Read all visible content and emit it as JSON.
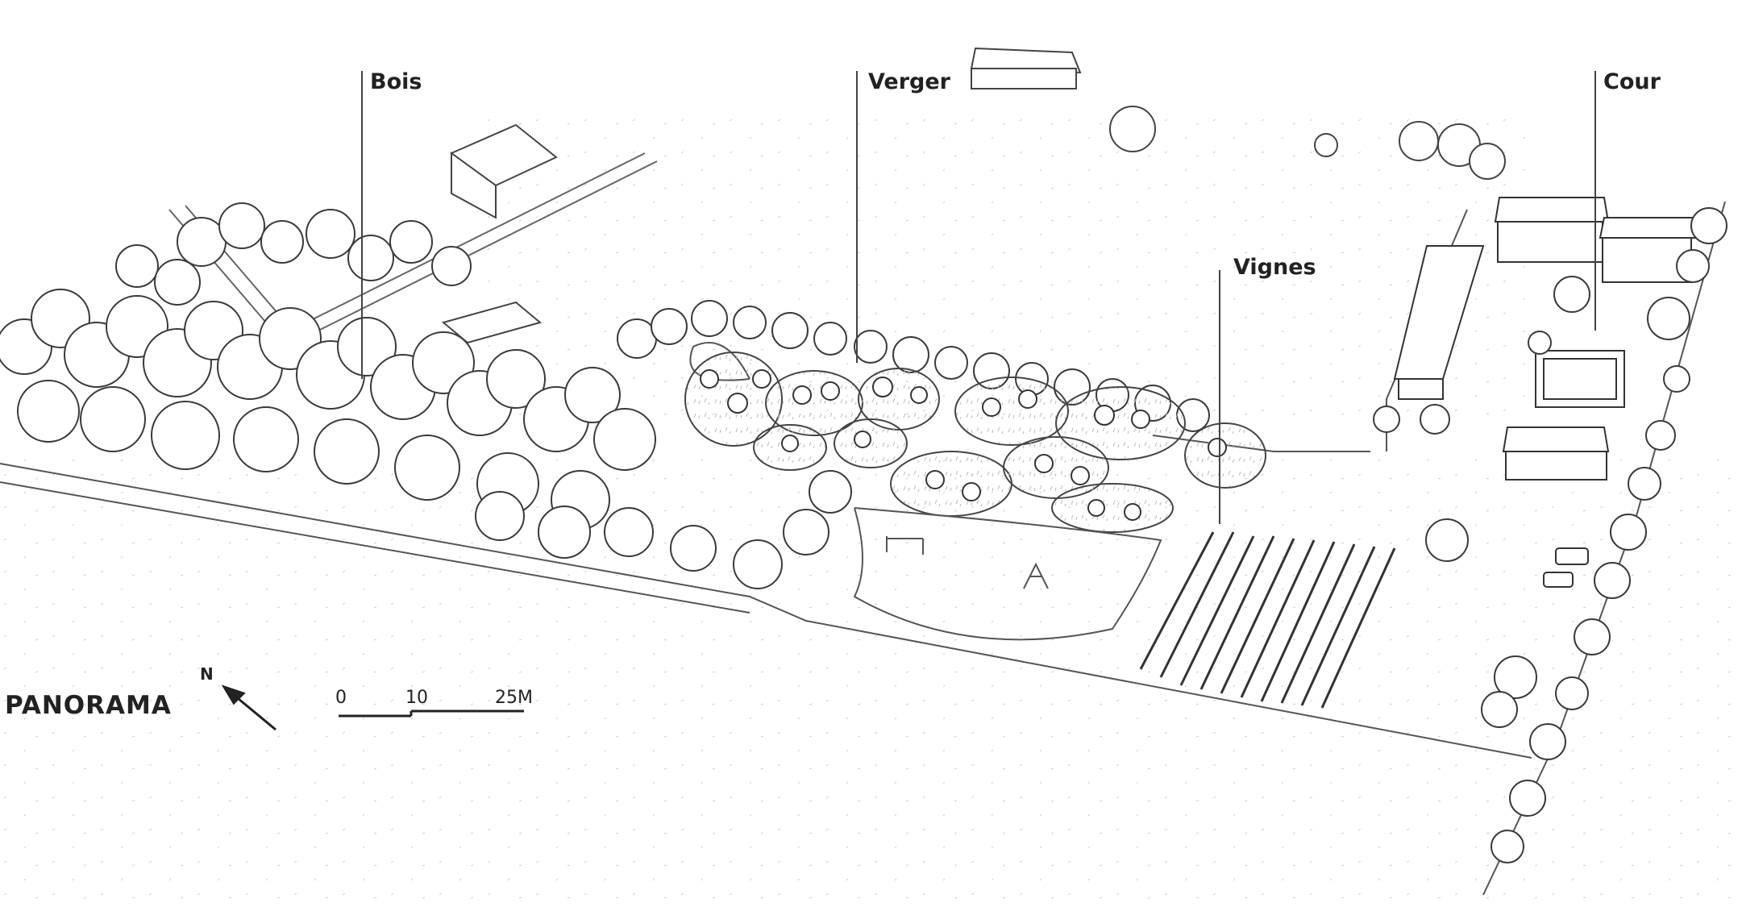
{
  "title": "PANORAMA",
  "labels": {
    "bois": "Bois",
    "verger": "Verger",
    "vignes": "Vignes",
    "cour": "Cour"
  },
  "compass": {
    "letter": "N"
  },
  "scale_bar": {
    "tick_0": "0",
    "tick_10": "10",
    "tick_25": "25M"
  },
  "colors": {
    "ink": "#333333",
    "paper": "#ffffff",
    "light_ink": "#9a9a9a"
  },
  "icons": [
    "north-arrow-icon",
    "scale-bar-icon"
  ]
}
